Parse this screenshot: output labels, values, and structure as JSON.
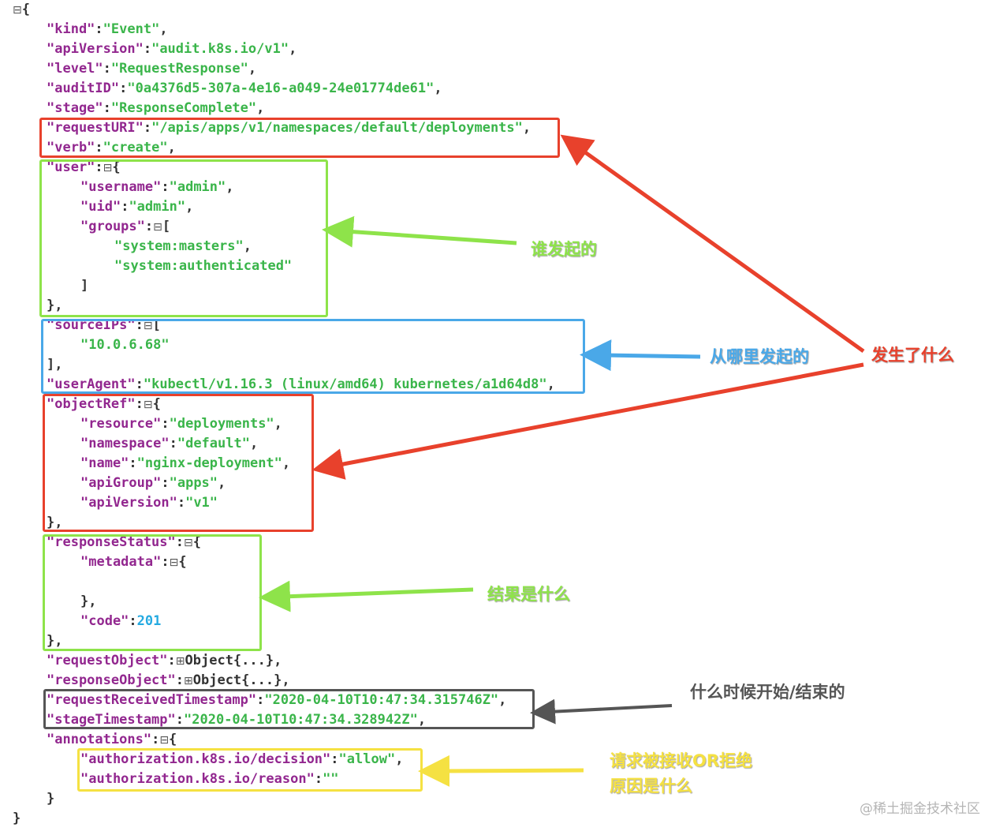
{
  "lines": [
    {
      "indent": 0,
      "parts": [
        {
          "c": "tg",
          "t": "⊟"
        },
        {
          "c": "p",
          "t": "{"
        }
      ]
    },
    {
      "indent": 1,
      "parts": [
        {
          "c": "k",
          "t": "\"kind\""
        },
        {
          "c": "p",
          "t": ":"
        },
        {
          "c": "s",
          "t": "\"Event\""
        },
        {
          "c": "p",
          "t": ","
        }
      ]
    },
    {
      "indent": 1,
      "parts": [
        {
          "c": "k",
          "t": "\"apiVersion\""
        },
        {
          "c": "p",
          "t": ":"
        },
        {
          "c": "s",
          "t": "\"audit.k8s.io/v1\""
        },
        {
          "c": "p",
          "t": ","
        }
      ]
    },
    {
      "indent": 1,
      "parts": [
        {
          "c": "k",
          "t": "\"level\""
        },
        {
          "c": "p",
          "t": ":"
        },
        {
          "c": "s",
          "t": "\"RequestResponse\""
        },
        {
          "c": "p",
          "t": ","
        }
      ]
    },
    {
      "indent": 1,
      "parts": [
        {
          "c": "k",
          "t": "\"auditID\""
        },
        {
          "c": "p",
          "t": ":"
        },
        {
          "c": "s",
          "t": "\"0a4376d5-307a-4e16-a049-24e01774de61\""
        },
        {
          "c": "p",
          "t": ","
        }
      ]
    },
    {
      "indent": 1,
      "parts": [
        {
          "c": "k",
          "t": "\"stage\""
        },
        {
          "c": "p",
          "t": ":"
        },
        {
          "c": "s",
          "t": "\"ResponseComplete\""
        },
        {
          "c": "p",
          "t": ","
        }
      ]
    },
    {
      "indent": 1,
      "parts": [
        {
          "c": "k",
          "t": "\"requestURI\""
        },
        {
          "c": "p",
          "t": ":"
        },
        {
          "c": "s",
          "t": "\"/apis/apps/v1/namespaces/default/deployments\""
        },
        {
          "c": "p",
          "t": ","
        }
      ]
    },
    {
      "indent": 1,
      "parts": [
        {
          "c": "k",
          "t": "\"verb\""
        },
        {
          "c": "p",
          "t": ":"
        },
        {
          "c": "s",
          "t": "\"create\""
        },
        {
          "c": "p",
          "t": ","
        }
      ]
    },
    {
      "indent": 1,
      "parts": [
        {
          "c": "k",
          "t": "\"user\""
        },
        {
          "c": "p",
          "t": ":"
        },
        {
          "c": "tg",
          "t": "⊟"
        },
        {
          "c": "p",
          "t": "{"
        }
      ]
    },
    {
      "indent": 2,
      "parts": [
        {
          "c": "k",
          "t": "\"username\""
        },
        {
          "c": "p",
          "t": ":"
        },
        {
          "c": "s",
          "t": "\"admin\""
        },
        {
          "c": "p",
          "t": ","
        }
      ]
    },
    {
      "indent": 2,
      "parts": [
        {
          "c": "k",
          "t": "\"uid\""
        },
        {
          "c": "p",
          "t": ":"
        },
        {
          "c": "s",
          "t": "\"admin\""
        },
        {
          "c": "p",
          "t": ","
        }
      ]
    },
    {
      "indent": 2,
      "parts": [
        {
          "c": "k",
          "t": "\"groups\""
        },
        {
          "c": "p",
          "t": ":"
        },
        {
          "c": "tg",
          "t": "⊟"
        },
        {
          "c": "p",
          "t": "["
        }
      ]
    },
    {
      "indent": 3,
      "parts": [
        {
          "c": "s",
          "t": "\"system:masters\""
        },
        {
          "c": "p",
          "t": ","
        }
      ]
    },
    {
      "indent": 3,
      "parts": [
        {
          "c": "s",
          "t": "\"system:authenticated\""
        }
      ]
    },
    {
      "indent": 2,
      "parts": [
        {
          "c": "p",
          "t": "]"
        }
      ]
    },
    {
      "indent": 1,
      "parts": [
        {
          "c": "p",
          "t": "},"
        }
      ]
    },
    {
      "indent": 1,
      "parts": [
        {
          "c": "k",
          "t": "\"sourceIPs\""
        },
        {
          "c": "p",
          "t": ":"
        },
        {
          "c": "tg",
          "t": "⊟"
        },
        {
          "c": "p",
          "t": "["
        }
      ]
    },
    {
      "indent": 2,
      "parts": [
        {
          "c": "s",
          "t": "\"10.0.6.68\""
        }
      ]
    },
    {
      "indent": 1,
      "parts": [
        {
          "c": "p",
          "t": "],"
        }
      ]
    },
    {
      "indent": 1,
      "parts": [
        {
          "c": "k",
          "t": "\"userAgent\""
        },
        {
          "c": "p",
          "t": ":"
        },
        {
          "c": "s",
          "t": "\"kubectl/v1.16.3 (linux/amd64) kubernetes/a1d64d8\""
        },
        {
          "c": "p",
          "t": ","
        }
      ]
    },
    {
      "indent": 1,
      "parts": [
        {
          "c": "k",
          "t": "\"objectRef\""
        },
        {
          "c": "p",
          "t": ":"
        },
        {
          "c": "tg",
          "t": "⊟"
        },
        {
          "c": "p",
          "t": "{"
        }
      ]
    },
    {
      "indent": 2,
      "parts": [
        {
          "c": "k",
          "t": "\"resource\""
        },
        {
          "c": "p",
          "t": ":"
        },
        {
          "c": "s",
          "t": "\"deployments\""
        },
        {
          "c": "p",
          "t": ","
        }
      ]
    },
    {
      "indent": 2,
      "parts": [
        {
          "c": "k",
          "t": "\"namespace\""
        },
        {
          "c": "p",
          "t": ":"
        },
        {
          "c": "s",
          "t": "\"default\""
        },
        {
          "c": "p",
          "t": ","
        }
      ]
    },
    {
      "indent": 2,
      "parts": [
        {
          "c": "k",
          "t": "\"name\""
        },
        {
          "c": "p",
          "t": ":"
        },
        {
          "c": "s",
          "t": "\"nginx-deployment\""
        },
        {
          "c": "p",
          "t": ","
        }
      ]
    },
    {
      "indent": 2,
      "parts": [
        {
          "c": "k",
          "t": "\"apiGroup\""
        },
        {
          "c": "p",
          "t": ":"
        },
        {
          "c": "s",
          "t": "\"apps\""
        },
        {
          "c": "p",
          "t": ","
        }
      ]
    },
    {
      "indent": 2,
      "parts": [
        {
          "c": "k",
          "t": "\"apiVersion\""
        },
        {
          "c": "p",
          "t": ":"
        },
        {
          "c": "s",
          "t": "\"v1\""
        }
      ]
    },
    {
      "indent": 1,
      "parts": [
        {
          "c": "p",
          "t": "},"
        }
      ]
    },
    {
      "indent": 1,
      "parts": [
        {
          "c": "k",
          "t": "\"responseStatus\""
        },
        {
          "c": "p",
          "t": ":"
        },
        {
          "c": "tg",
          "t": "⊟"
        },
        {
          "c": "p",
          "t": "{"
        }
      ]
    },
    {
      "indent": 2,
      "parts": [
        {
          "c": "k",
          "t": "\"metadata\""
        },
        {
          "c": "p",
          "t": ":"
        },
        {
          "c": "tg",
          "t": "⊟"
        },
        {
          "c": "p",
          "t": "{"
        }
      ]
    },
    {
      "indent": 2,
      "parts": []
    },
    {
      "indent": 2,
      "parts": [
        {
          "c": "p",
          "t": "},"
        }
      ]
    },
    {
      "indent": 2,
      "parts": [
        {
          "c": "k",
          "t": "\"code\""
        },
        {
          "c": "p",
          "t": ":"
        },
        {
          "c": "n",
          "t": "201"
        }
      ]
    },
    {
      "indent": 1,
      "parts": [
        {
          "c": "p",
          "t": "},"
        }
      ]
    },
    {
      "indent": 1,
      "parts": [
        {
          "c": "k",
          "t": "\"requestObject\""
        },
        {
          "c": "p",
          "t": ":"
        },
        {
          "c": "tg",
          "t": "⊞"
        },
        {
          "c": "p",
          "t": "Object{...},"
        }
      ]
    },
    {
      "indent": 1,
      "parts": [
        {
          "c": "k",
          "t": "\"responseObject\""
        },
        {
          "c": "p",
          "t": ":"
        },
        {
          "c": "tg",
          "t": "⊞"
        },
        {
          "c": "p",
          "t": "Object{...},"
        }
      ]
    },
    {
      "indent": 1,
      "parts": [
        {
          "c": "k",
          "t": "\"requestReceivedTimestamp\""
        },
        {
          "c": "p",
          "t": ":"
        },
        {
          "c": "s",
          "t": "\"2020-04-10T10:47:34.315746Z\""
        },
        {
          "c": "p",
          "t": ","
        }
      ]
    },
    {
      "indent": 1,
      "parts": [
        {
          "c": "k",
          "t": "\"stageTimestamp\""
        },
        {
          "c": "p",
          "t": ":"
        },
        {
          "c": "s",
          "t": "\"2020-04-10T10:47:34.328942Z\""
        },
        {
          "c": "p",
          "t": ","
        }
      ]
    },
    {
      "indent": 1,
      "parts": [
        {
          "c": "k",
          "t": "\"annotations\""
        },
        {
          "c": "p",
          "t": ":"
        },
        {
          "c": "tg",
          "t": "⊟"
        },
        {
          "c": "p",
          "t": "{"
        }
      ]
    },
    {
      "indent": 2,
      "parts": [
        {
          "c": "k",
          "t": "\"authorization.k8s.io/decision\""
        },
        {
          "c": "p",
          "t": ":"
        },
        {
          "c": "s",
          "t": "\"allow\""
        },
        {
          "c": "p",
          "t": ","
        }
      ]
    },
    {
      "indent": 2,
      "parts": [
        {
          "c": "k",
          "t": "\"authorization.k8s.io/reason\""
        },
        {
          "c": "p",
          "t": ":"
        },
        {
          "c": "s",
          "t": "\"\""
        }
      ]
    },
    {
      "indent": 1,
      "parts": [
        {
          "c": "p",
          "t": "}"
        }
      ]
    },
    {
      "indent": 0,
      "parts": [
        {
          "c": "p",
          "t": "}"
        }
      ]
    }
  ],
  "annotations": [
    {
      "id": "what-happened",
      "text": "发生了什么",
      "color": "#e8412c"
    },
    {
      "id": "who-initiated",
      "text": "谁发起的",
      "color": "#8ee34a"
    },
    {
      "id": "where-from",
      "text": "从哪里发起的",
      "color": "#4aa8e8"
    },
    {
      "id": "result",
      "text": "结果是什么",
      "color": "#8ee34a"
    },
    {
      "id": "when",
      "text": "什么时候开始/结束的",
      "color": "#555555"
    },
    {
      "id": "accepted-rejected",
      "text": "请求被接收OR拒绝",
      "color": "#f5e142"
    },
    {
      "id": "reason",
      "text": "原因是什么",
      "color": "#f5e142"
    }
  ],
  "watermark": "@稀土掘金技术社区",
  "colors": {
    "key": "#92278f",
    "string": "#3ab54a",
    "number": "#25aae1",
    "red": "#e8412c",
    "green": "#8ee34a",
    "blue": "#4aa8e8",
    "gray": "#555555",
    "yellow": "#f5e142"
  }
}
